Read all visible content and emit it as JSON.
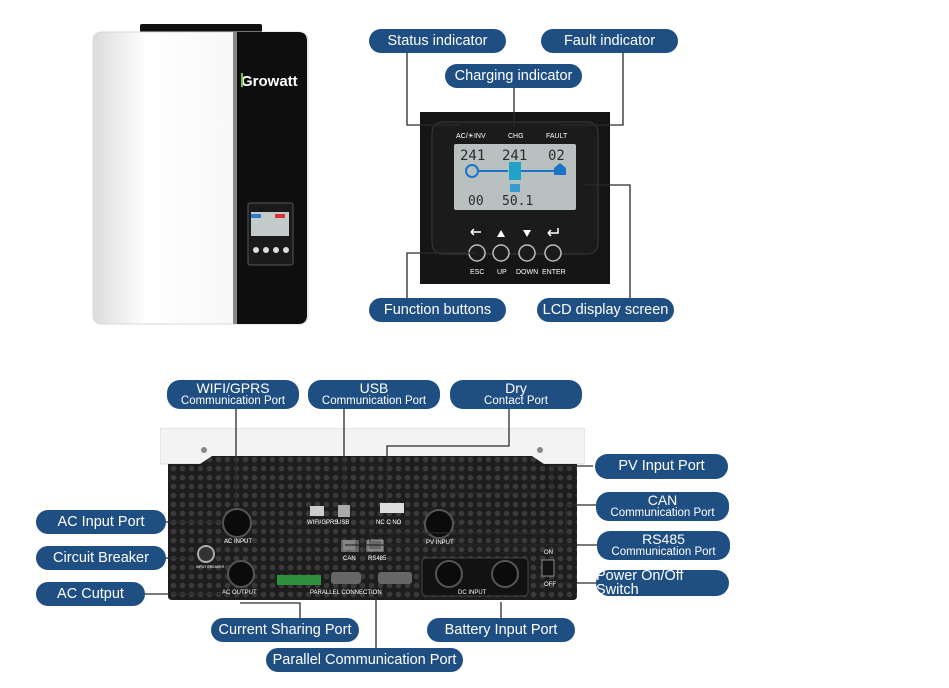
{
  "brand": {
    "logo_text": "Growatt"
  },
  "display_panel": {
    "indicator_labels": [
      "AC/☀INV",
      "CHG",
      "FAULT"
    ],
    "lcd": {
      "top_values": [
        "241",
        "241",
        "02"
      ],
      "bottom_values": [
        "00",
        "50.1"
      ]
    },
    "button_labels": [
      "ESC",
      "UP",
      "DOWN",
      "ENTER"
    ]
  },
  "callouts_top": {
    "status_indicator": "Status indicator",
    "fault_indicator": "Fault indicator",
    "charging_indicator": "Charging indicator",
    "function_buttons": "Function buttons",
    "lcd_display_screen": "LCD display screen"
  },
  "callouts_bottom": {
    "wifi_gprs": {
      "line1": "WIFI/GPRS",
      "line2": "Communication Port"
    },
    "usb": {
      "line1": "USB",
      "line2": "Communication Port"
    },
    "dry_contact": {
      "line1": "Dry",
      "line2": "Contact Port"
    },
    "pv_input_port": "PV Input Port",
    "can": {
      "line1": "CAN",
      "line2": "Communication Port"
    },
    "rs485": {
      "line1": "RS485",
      "line2": "Communication Port"
    },
    "power_switch": "Power On/Off Switch",
    "ac_input_port": "AC Input Port",
    "circuit_breaker": "Circuit Breaker",
    "ac_output": "AC Cutput",
    "current_sharing_port": "Current Sharing Port",
    "battery_input_port": "Battery Input Port",
    "parallel_comm_port": "Parallel Communication Port"
  },
  "bottom_panel_labels": {
    "wifi": "WIFI/GPRS",
    "usb": "USB",
    "dry": "NC  C  NO",
    "ac_input": "AC  INPUT",
    "pv_input": "PV  INPUT",
    "can": "CAN",
    "rs485": "RS485",
    "ac_output": "AC  OUTPUT",
    "parallel": "PARALLEL  CONNECTION",
    "dc_input": "DC  INPUT",
    "switch_on": "ON",
    "switch_off": "OFF",
    "breaker": "INPUT BREAKER"
  },
  "colors": {
    "callout_fill": "#1f4e82",
    "callout_text": "#ffffff",
    "lcd": "#b8c0c0"
  }
}
